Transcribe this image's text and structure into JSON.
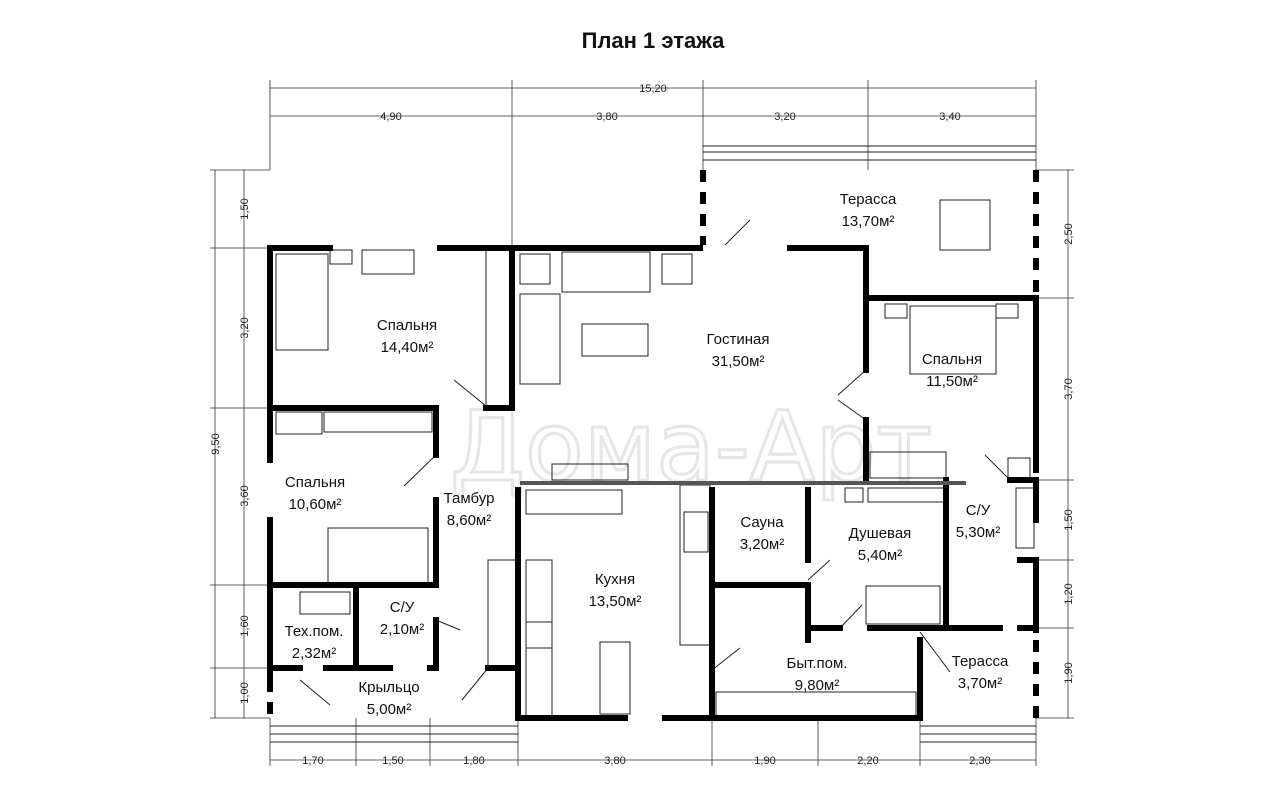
{
  "title": "План 1 этажа",
  "watermark": "Дома-Арт",
  "rooms": [
    {
      "name": "Терасса",
      "area": "13,70м²"
    },
    {
      "name": "Спальня",
      "area": "14,40м²"
    },
    {
      "name": "Гостиная",
      "area": "31,50м²"
    },
    {
      "name": "Спальня",
      "area": "11,50м²"
    },
    {
      "name": "Спальня",
      "area": "10,60м²"
    },
    {
      "name": "Тамбур",
      "area": "8,60м²"
    },
    {
      "name": "Сауна",
      "area": "3,20м²"
    },
    {
      "name": "Душевая",
      "area": "5,40м²"
    },
    {
      "name": "С/У",
      "area": "5,30м²"
    },
    {
      "name": "Кухня",
      "area": "13,50м²"
    },
    {
      "name": "Тех.пом.",
      "area": "2,32м²"
    },
    {
      "name": "С/У",
      "area": "2,10м²"
    },
    {
      "name": "Крыльцо",
      "area": "5,00м²"
    },
    {
      "name": "Быт.пом.",
      "area": "9,80м²"
    },
    {
      "name": "Терасса",
      "area": "3,70м²"
    }
  ],
  "dimensions": {
    "top_total": "15,20",
    "top": [
      "4,90",
      "3,80",
      "3,20",
      "3,40"
    ],
    "left_total": "9,50",
    "left": [
      "1,50",
      "3,20",
      "3,60",
      "1,60",
      "1,00"
    ],
    "right": [
      "2,50",
      "3,70",
      "1,50",
      "1,20",
      "1,90"
    ],
    "bottom": [
      "1,70",
      "1,50",
      "1,80",
      "3,80",
      "1,90",
      "2,20",
      "2,30"
    ]
  }
}
